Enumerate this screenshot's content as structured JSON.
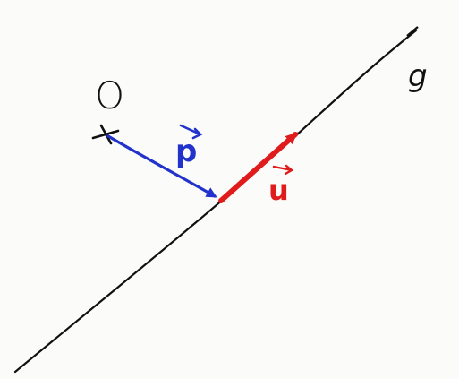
{
  "labels": {
    "origin": "O",
    "position_vector": "p",
    "direction_vector": "u",
    "line": "g"
  },
  "colors": {
    "ink": "#111111",
    "position_vector": "#2233cc",
    "direction_vector": "#e01b1b",
    "paper": "#fbfbfa"
  }
}
